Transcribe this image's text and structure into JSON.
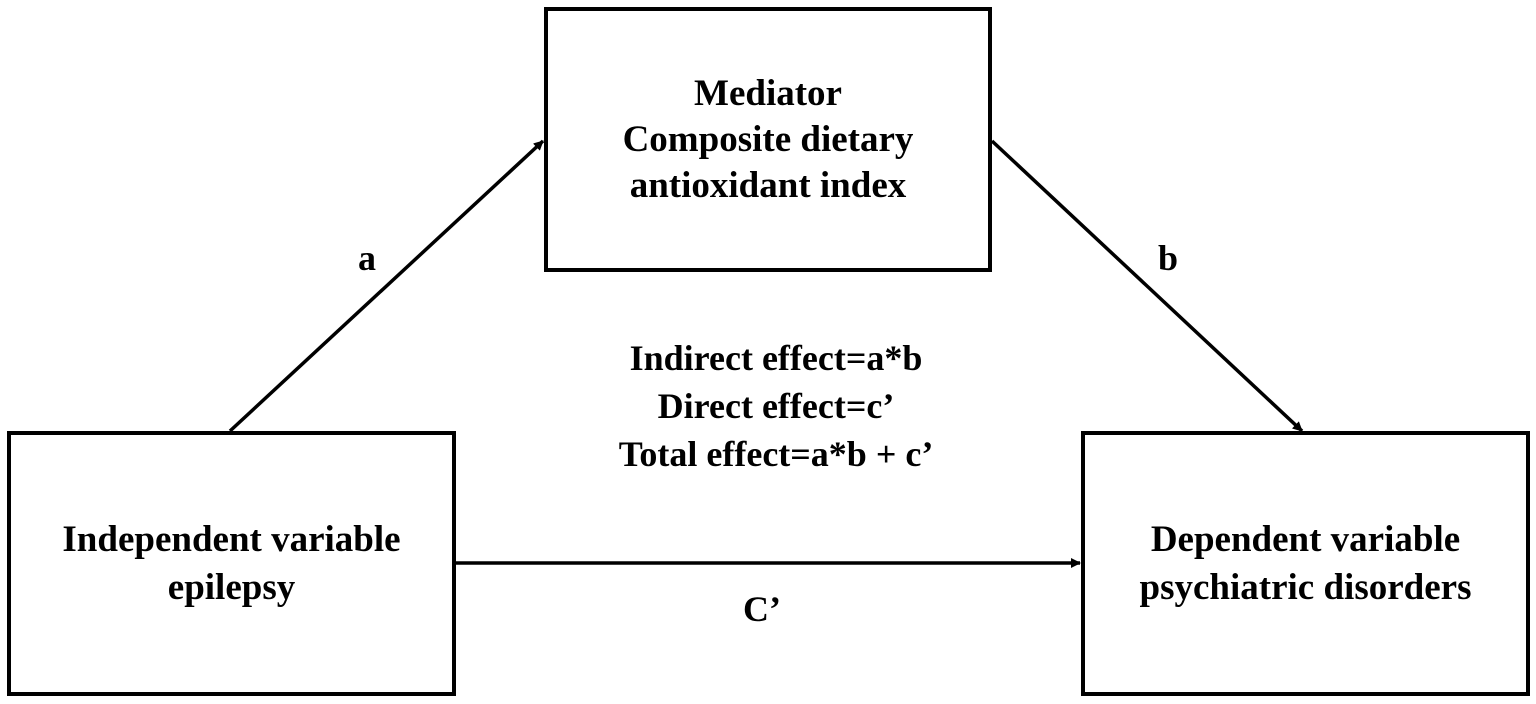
{
  "diagram": {
    "mediator": {
      "lines": [
        "Mediator",
        "Composite dietary",
        "antioxidant index"
      ]
    },
    "independent": {
      "lines": [
        "Independent variable",
        "epilepsy"
      ]
    },
    "dependent": {
      "lines": [
        "Dependent variable",
        "psychiatric disorders"
      ]
    },
    "paths": {
      "a": "a",
      "b": "b",
      "c_prime": "C’"
    },
    "effects": [
      "Indirect effect=a*b",
      "Direct effect=c’",
      "Total effect=a*b + c’"
    ]
  }
}
